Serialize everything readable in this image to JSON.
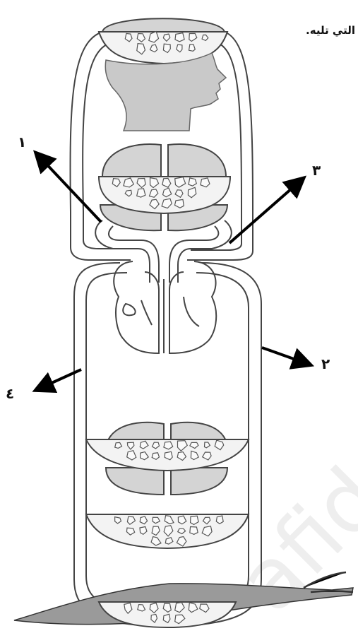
{
  "caption": "التي تليه.",
  "labels": {
    "one": "١",
    "two": "٢",
    "three": "٣",
    "four": "٤"
  },
  "watermark": "afid",
  "colors": {
    "organ_fill": "#d4d4d4",
    "outline": "#444444",
    "arrow": "#000000"
  }
}
